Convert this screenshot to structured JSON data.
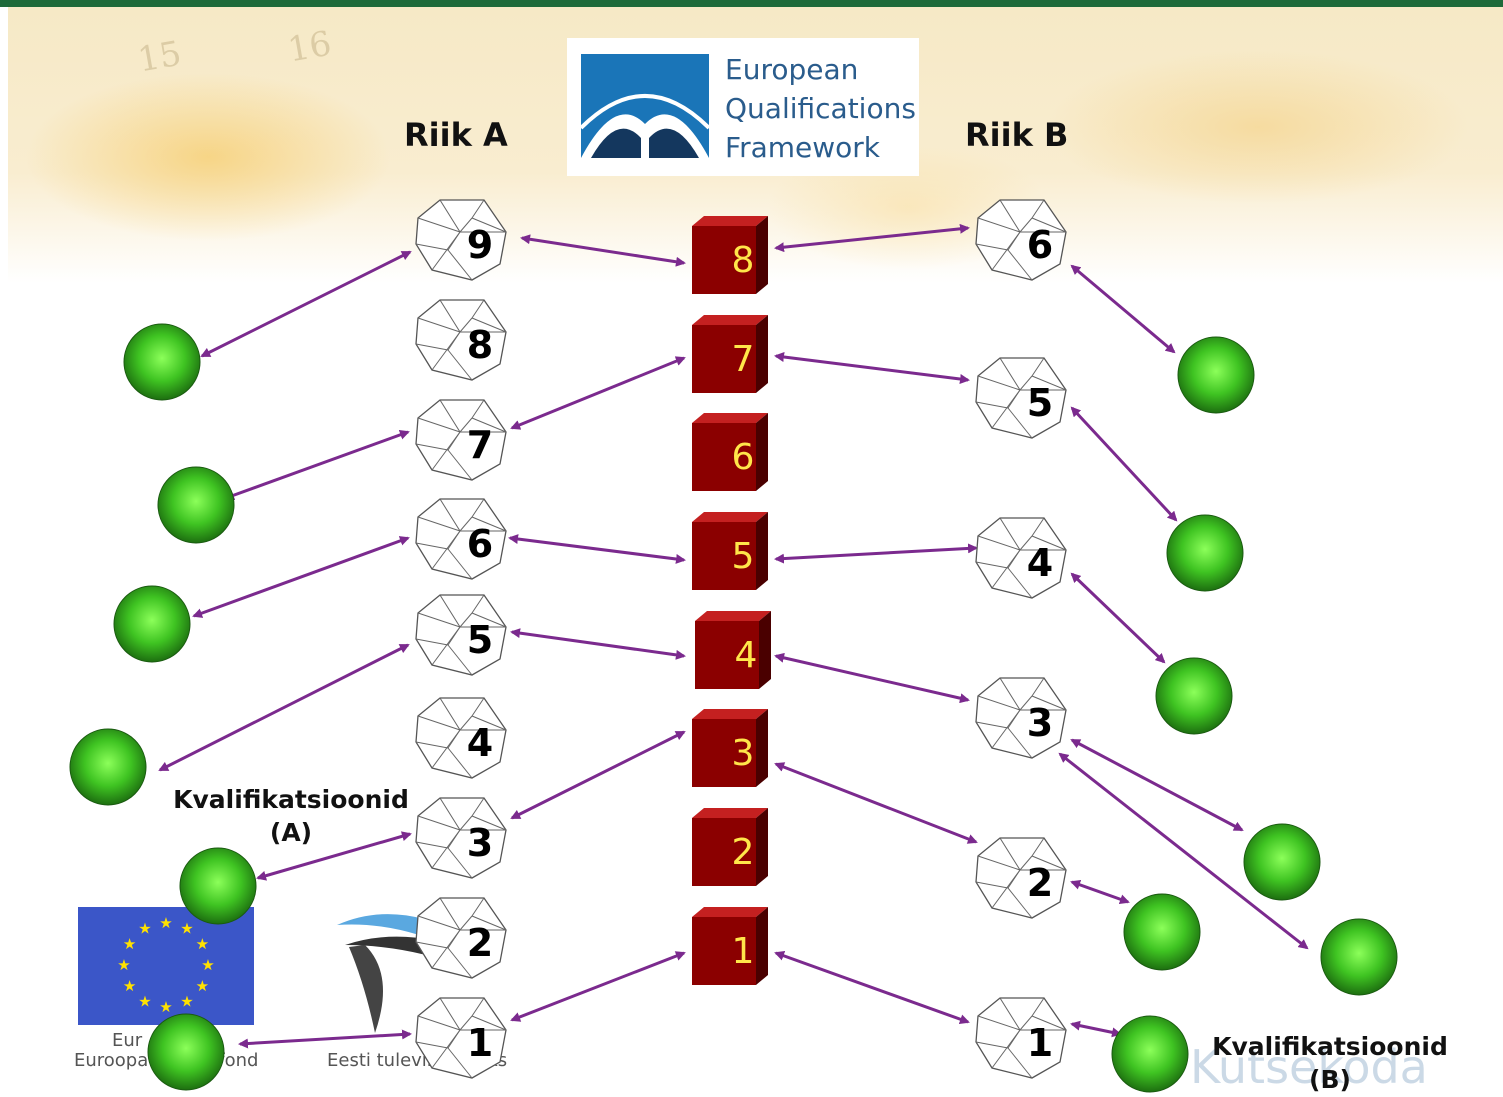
{
  "logo": {
    "line1": "European",
    "line2": "Qualifications",
    "line3": "Framework"
  },
  "countries": {
    "a": "Riik A",
    "b": "Riik B"
  },
  "qualifications": {
    "a_line1": "Kvalifikatsioonid",
    "a_line2": "(A)",
    "b_line1": "Kvalifikatsioonid",
    "b_line2": "(B)"
  },
  "eqf_levels": [
    "1",
    "2",
    "3",
    "4",
    "5",
    "6",
    "7",
    "8"
  ],
  "country_a_levels": [
    "1",
    "2",
    "3",
    "4",
    "5",
    "6",
    "7",
    "8",
    "9"
  ],
  "country_b_levels": [
    "1",
    "2",
    "3",
    "4",
    "5",
    "6"
  ],
  "footer": {
    "eu_text_line1": "Eur",
    "eu_text_line2": "Euroopa",
    "eu_text_line2_end": "fond",
    "ee_text": "Eesti tuleviku heaks",
    "watermark": "Kutsekoda"
  },
  "colors": {
    "eqf_cube": "#8b0000",
    "eqf_digit": "#ffe64a",
    "arrow": "#7b2a8e",
    "qualification_ball": "#4bbf2a",
    "top_bar": "#1e6a3a"
  }
}
